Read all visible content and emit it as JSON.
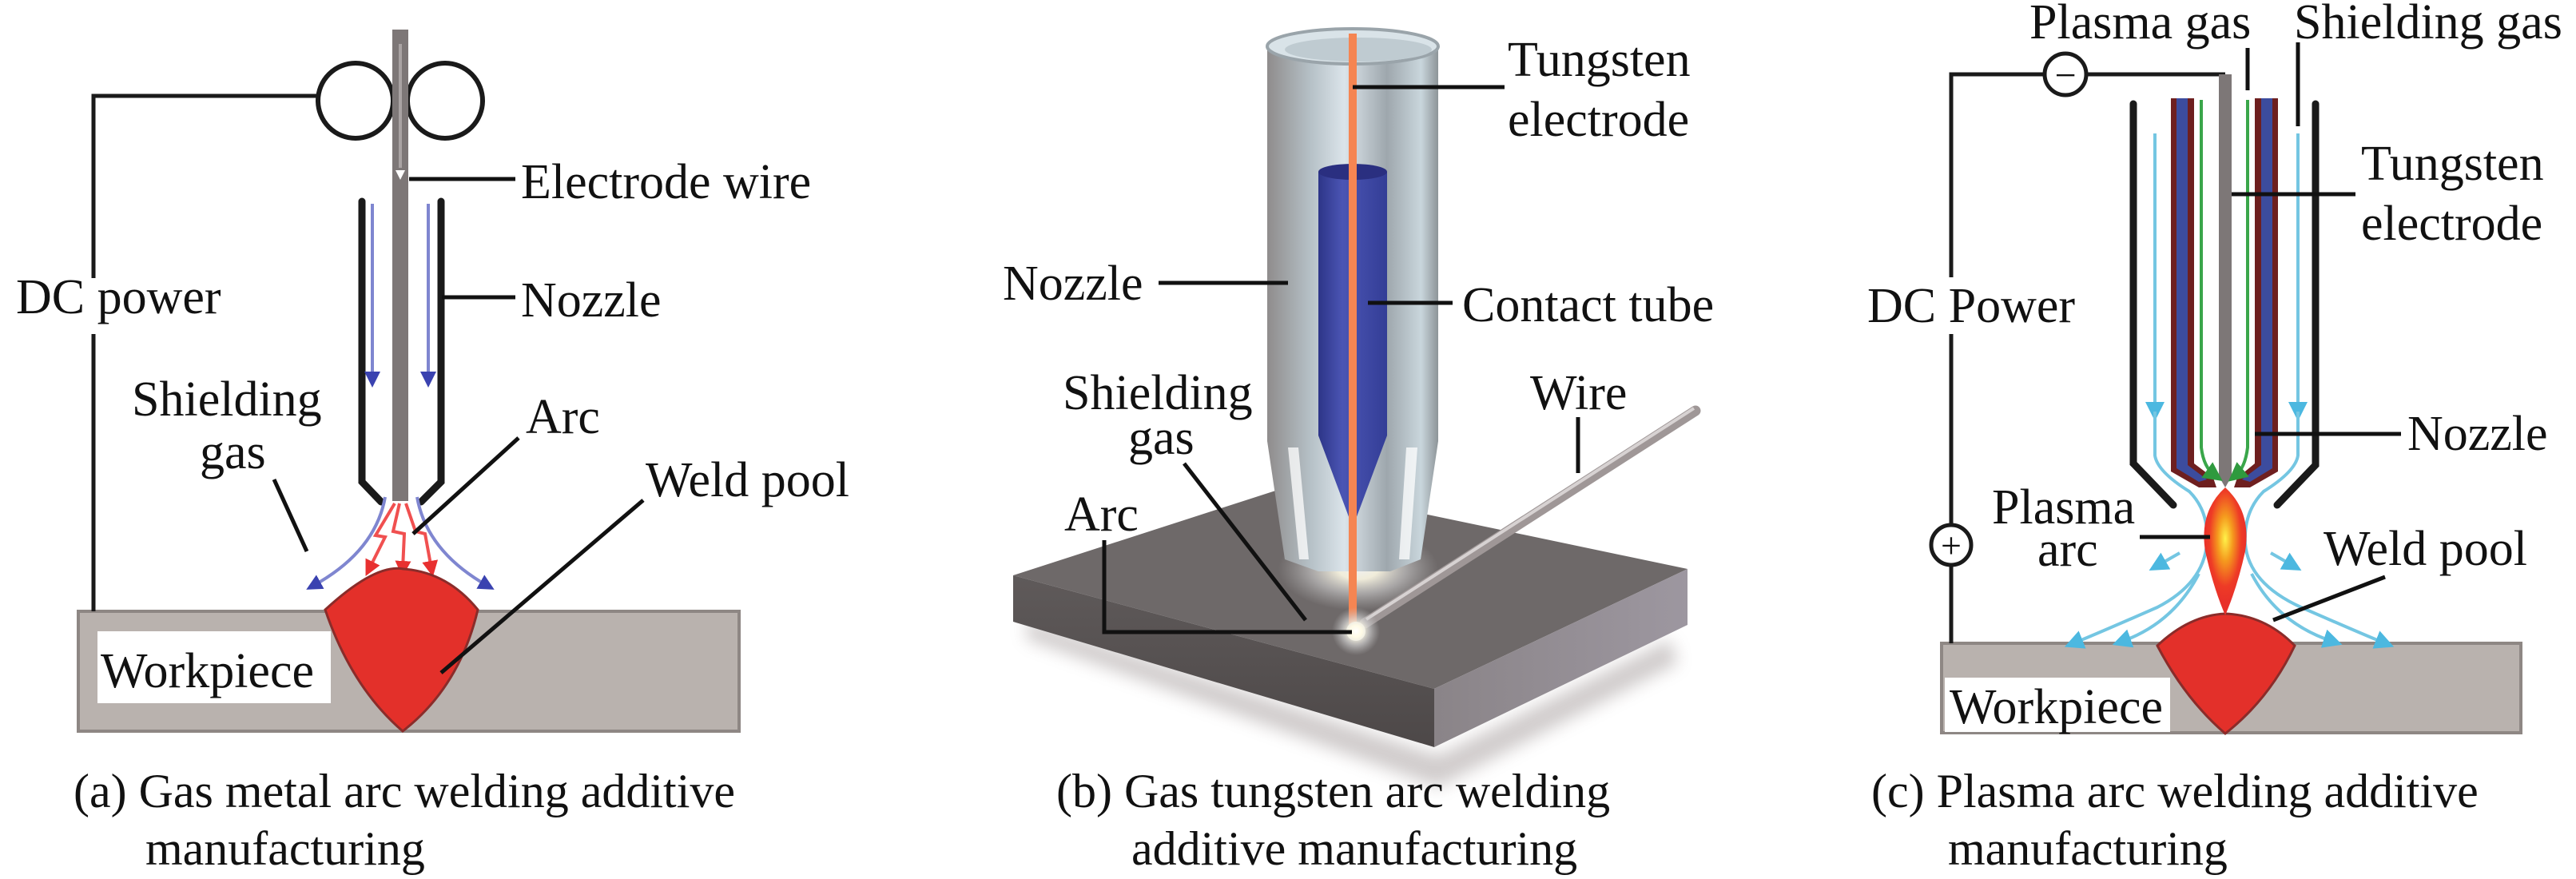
{
  "figure": {
    "panels": [
      {
        "id": "a",
        "caption_line1": "(a) Gas metal arc welding additive",
        "caption_line2": "manufacturing",
        "labels": {
          "electrode_wire": "Electrode wire",
          "nozzle": "Nozzle",
          "dc_power": "DC power",
          "shielding_line1": "Shielding",
          "shielding_line2": "gas",
          "arc": "Arc",
          "weld_pool": "Weld pool",
          "workpiece": "Workpiece"
        }
      },
      {
        "id": "b",
        "caption_line1": "(b) Gas tungsten arc welding",
        "caption_line2": "additive manufacturing",
        "labels": {
          "tungsten_line1": "Tungsten",
          "tungsten_line2": "electrode",
          "nozzle": "Nozzle",
          "contact_tube": "Contact tube",
          "shielding_line1": "Shielding",
          "shielding_line2": "gas",
          "wire": "Wire",
          "arc": "Arc"
        }
      },
      {
        "id": "c",
        "caption_line1": "(c) Plasma arc welding additive",
        "caption_line2": "manufacturing",
        "labels": {
          "plasma_gas": "Plasma gas",
          "shielding_gas": "Shielding gas",
          "tungsten_line1": "Tungsten",
          "tungsten_line2": "electrode",
          "dc_power": "DC Power",
          "nozzle": "Nozzle",
          "plasma_line1": "Plasma",
          "plasma_line2": "arc",
          "weld_pool": "Weld pool",
          "workpiece": "Workpiece",
          "minus_symbol": "−",
          "plus_symbol": "+"
        }
      }
    ],
    "colors": {
      "weld_pool": "#e3302a",
      "workpiece": "#b9b2ae",
      "electrode": "#7d7777",
      "shielding_gas_a": "#7f86d0",
      "arc_a": "#f05050",
      "tungsten_b": "#f58552",
      "contact_tube_b": "#3d49a8",
      "nozzle_b": "#a9b6bf",
      "plate_b": "#6e6969",
      "shielding_gas_c": "#74c6e2",
      "plasma_gas_c": "#3aa64a",
      "inner_nozzle_c_outer": "#6e1f1f",
      "inner_nozzle_c_inner": "#3c4c9e"
    }
  }
}
